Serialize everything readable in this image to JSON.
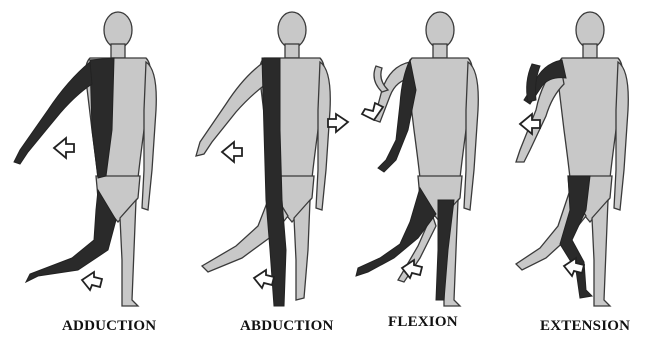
{
  "diagram": {
    "panels": [
      {
        "label": "ADDUCTION"
      },
      {
        "label": "ABDUCTION"
      },
      {
        "label": "FLEXION"
      },
      {
        "label": "EXTENSION"
      }
    ]
  },
  "colors": {
    "body_fill": "#c8c8c8",
    "body_outline": "#3a3a3a",
    "limb_highlight": "#2a2a2a",
    "arrow_outline": "#222222",
    "background": "#ffffff"
  }
}
